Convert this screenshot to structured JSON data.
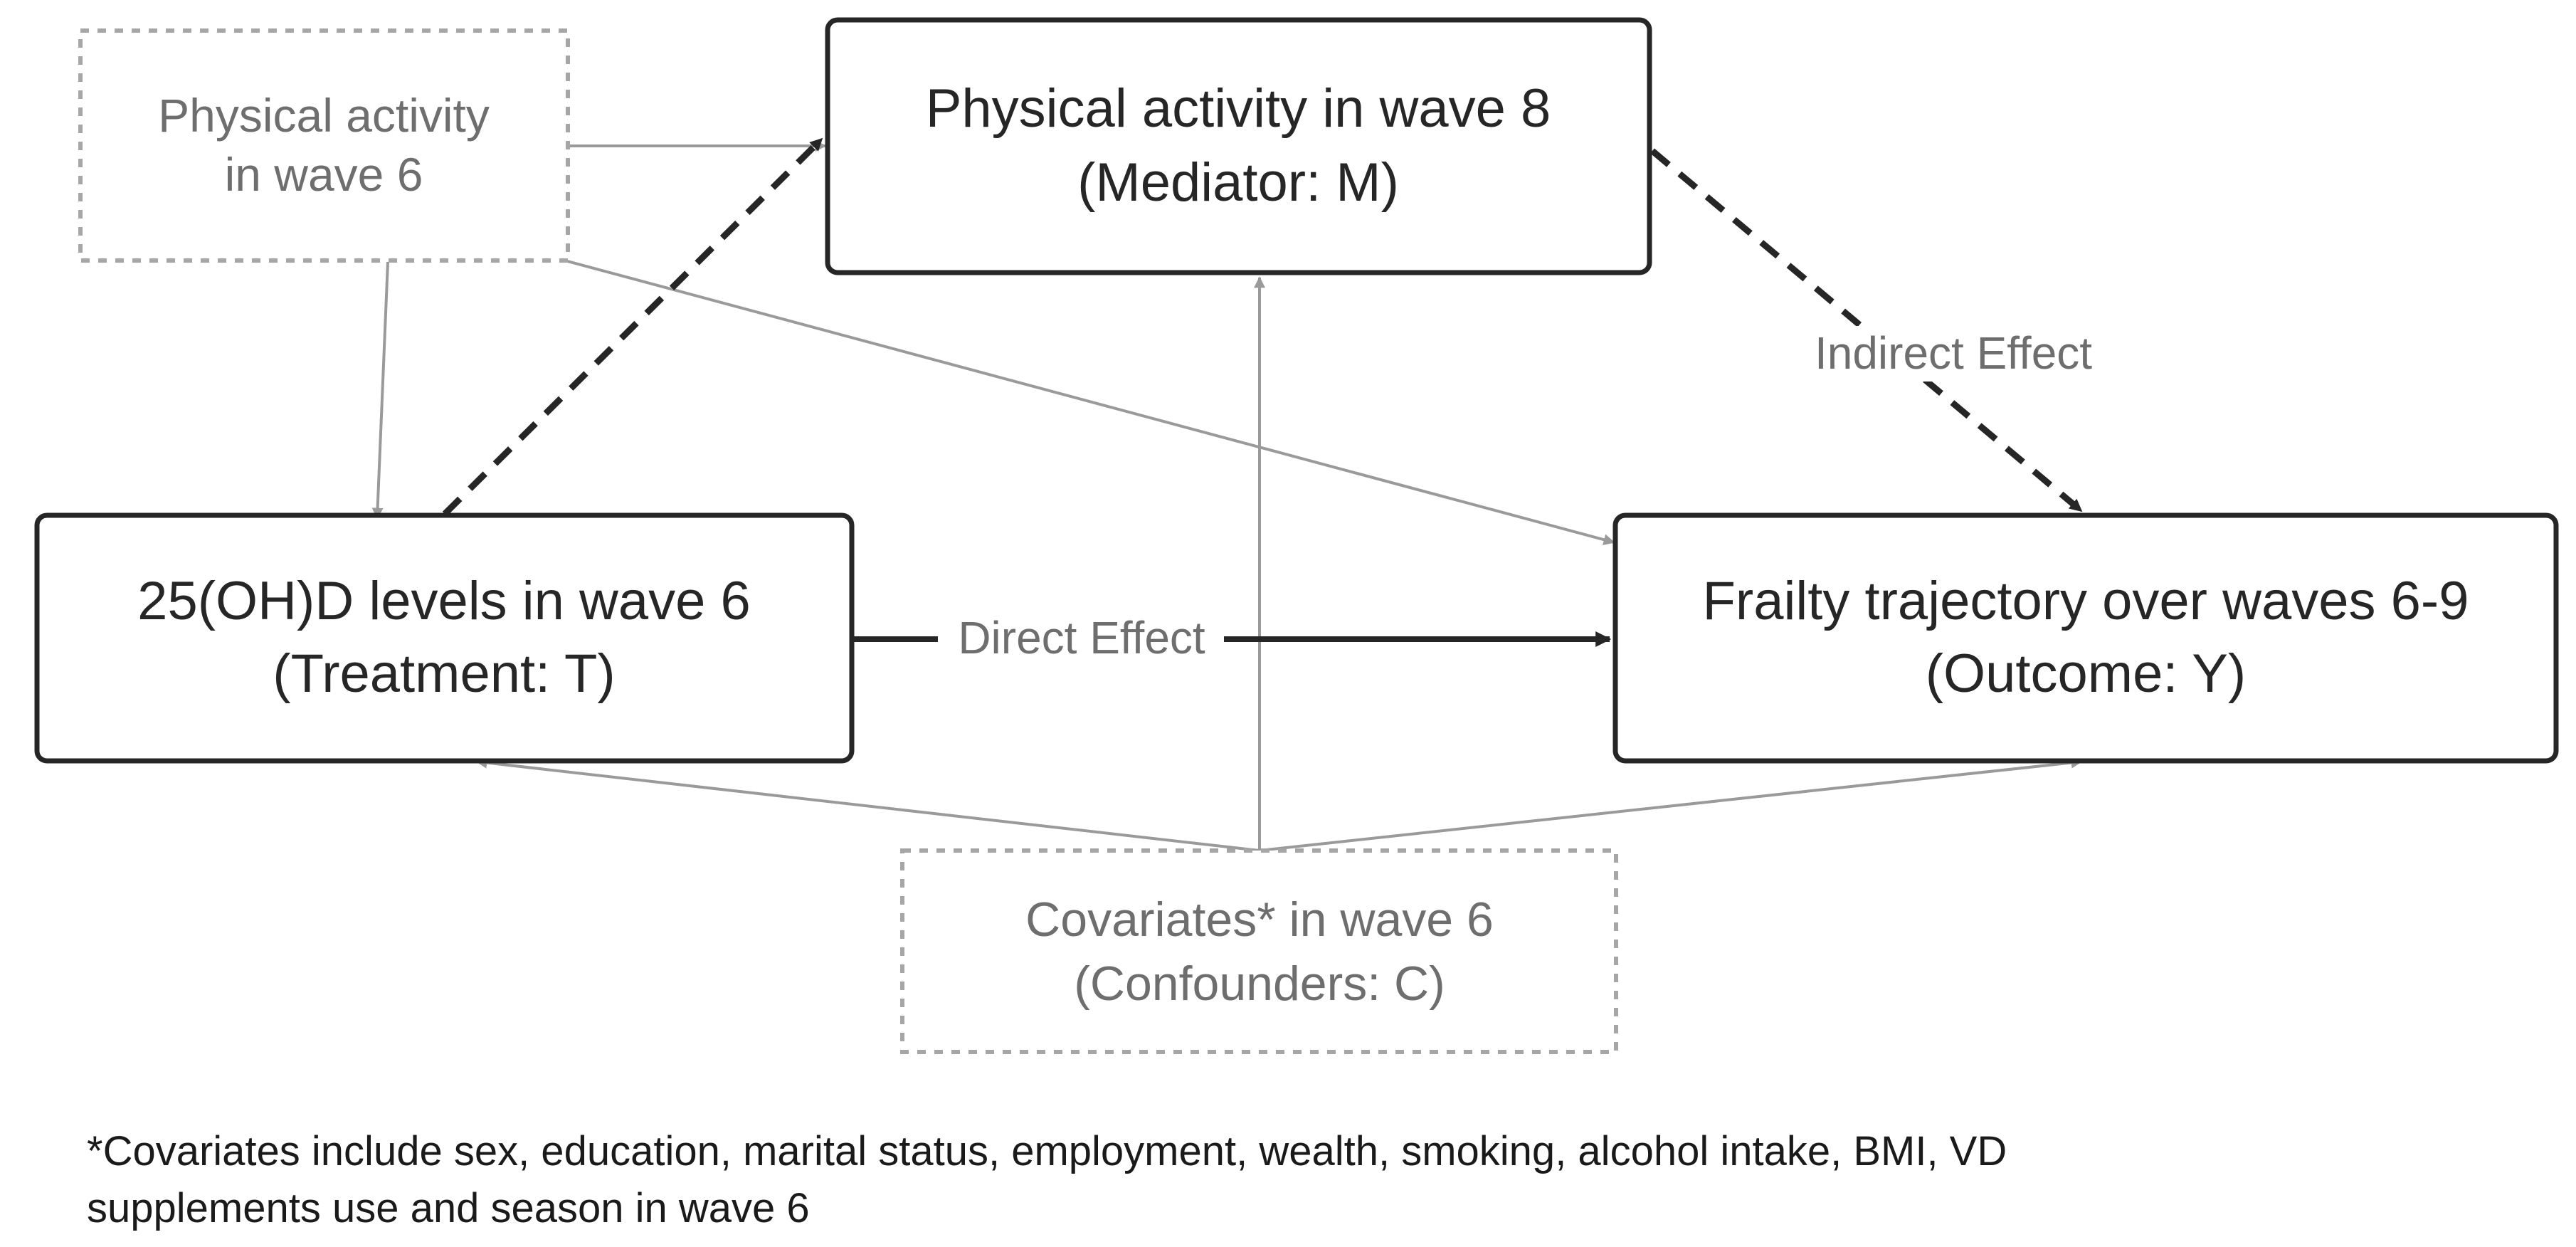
{
  "nodes": {
    "pa_wave6": {
      "lines": [
        "Physical activity",
        "in wave 6"
      ]
    },
    "mediator": {
      "lines": [
        "Physical activity in wave 8",
        "(Mediator: M)"
      ]
    },
    "treatment": {
      "lines": [
        "25(OH)D levels in wave 6",
        "(Treatment: T)"
      ]
    },
    "outcome": {
      "lines": [
        "Frailty trajectory over waves 6-9",
        "(Outcome: Y)"
      ]
    },
    "covariates": {
      "lines": [
        "Covariates* in wave 6",
        "(Confounders: C)"
      ]
    }
  },
  "edge_labels": {
    "direct": "Direct Effect",
    "indirect": "Indirect Effect"
  },
  "footnote": {
    "line1": "*Covariates include sex, education, marital status, employment, wealth, smoking, alcohol intake, BMI, VD",
    "line2": "supplements use and season in wave 6"
  },
  "colors": {
    "main": "#262626",
    "grey": "#9a9a9a",
    "grey_text": "#6e6e6e",
    "dotted_border": "#a6a6a6"
  }
}
